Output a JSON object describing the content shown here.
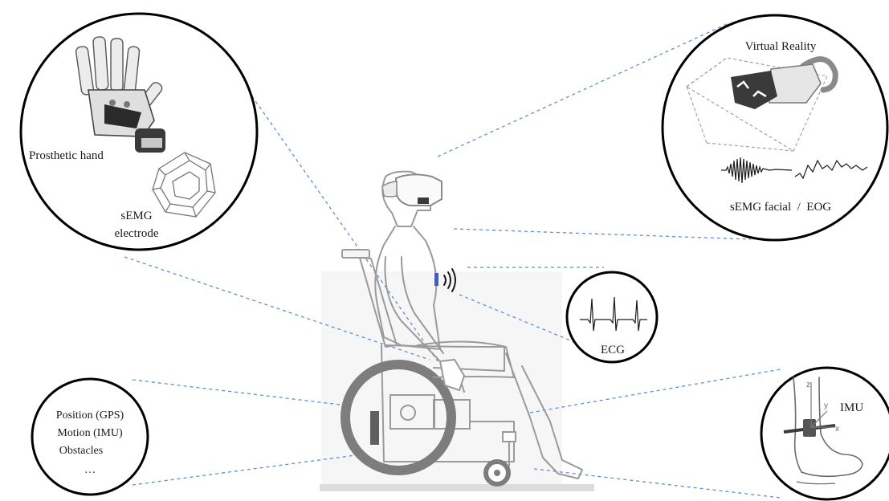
{
  "labels": {
    "prosthetic_hand": "Prosthetic hand",
    "semg_electrode_1": "sEMG",
    "semg_electrode_2": "electrode",
    "virtual_reality": "Virtual Reality",
    "semg_facial_eog": "sEMG facial  /  EOG",
    "ecg": "ECG",
    "imu": "IMU",
    "nav_line1": "Position (GPS)",
    "nav_line2": "Motion (IMU)",
    "nav_line3": "Obstacles",
    "nav_line4": "…",
    "axis_z": "z",
    "axis_y": "y",
    "axis_x": "x"
  },
  "colors": {
    "connector": "#5a8fd8",
    "circle_border": "#000000",
    "wheel": "#7d7d7d",
    "accent_bar": "#5f5f5f",
    "figure_outline": "#9a9a9a",
    "sensor": "#3a5fcd"
  },
  "icons": {
    "wireless": "wireless-signal-icon",
    "vr_headset": "vr-headset-icon",
    "prosthetic": "prosthetic-hand-icon",
    "electrode": "semg-electrode-icon"
  }
}
